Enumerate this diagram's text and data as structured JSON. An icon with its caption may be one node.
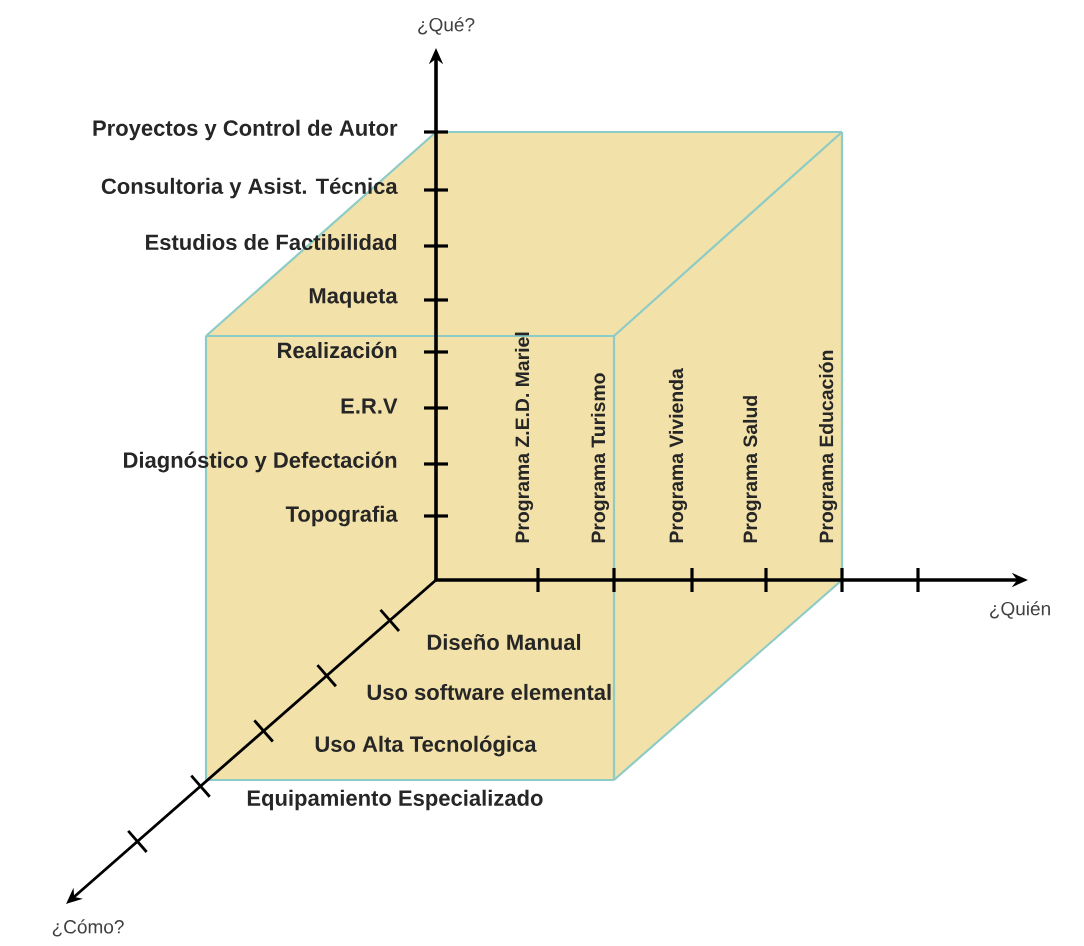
{
  "diagram": {
    "labels": [
      "¿Qué?",
      "Proyectos y Control de Autor",
      "Consultoria y Asist. Técnica",
      "Estudios de Factibilidad",
      "Maqueta",
      "Realización",
      "E.R.V",
      "Diagnóstico y Defectación",
      "Topografia",
      "Programa Z.E.D. Mariel",
      "Programa Turismo",
      "Programa Vivienda",
      "Programa Salud",
      "Programa Educación",
      "¿Quién",
      "Diseño Manual",
      "Uso software elemental",
      "Uso Alta Tecnológica",
      "Equipamiento Especializado",
      "¿Cómo?"
    ]
  }
}
